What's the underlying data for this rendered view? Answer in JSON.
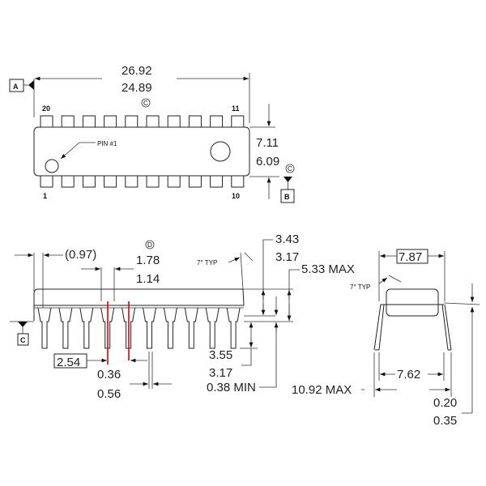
{
  "top_view": {
    "length_max": "26.92",
    "length_min": "24.89",
    "length_ref": "C",
    "pin_labels": {
      "top_left": "20",
      "top_right": "11",
      "bottom_left": "1",
      "bottom_right": "10"
    },
    "pin1_label": "PIN #1",
    "width_max": "7.11",
    "width_min": "6.09",
    "width_ref": "C",
    "datum_a": "A",
    "datum_b": "B"
  },
  "side_view": {
    "end_offset": "(0.97)",
    "lead_width_ref": "D",
    "shoulder_max": "1.78",
    "shoulder_min": "1.14",
    "draft_angle": "7° TYP",
    "body_height_max": "3.43",
    "body_height_min": "3.17",
    "total_height": "5.33 MAX",
    "pitch": "2.54",
    "lead_min": "0.36",
    "lead_max": "0.56",
    "lead_len_max": "3.55",
    "lead_len_min": "3.17",
    "standoff": "0.38 MIN",
    "datum_c": "C"
  },
  "end_view": {
    "body_width": "7.87",
    "draft_angle": "7° TYP",
    "row_spacing": "7.62",
    "overall_max": "10.92 MAX",
    "thickness_min": "0.20",
    "thickness_max": "0.35"
  }
}
